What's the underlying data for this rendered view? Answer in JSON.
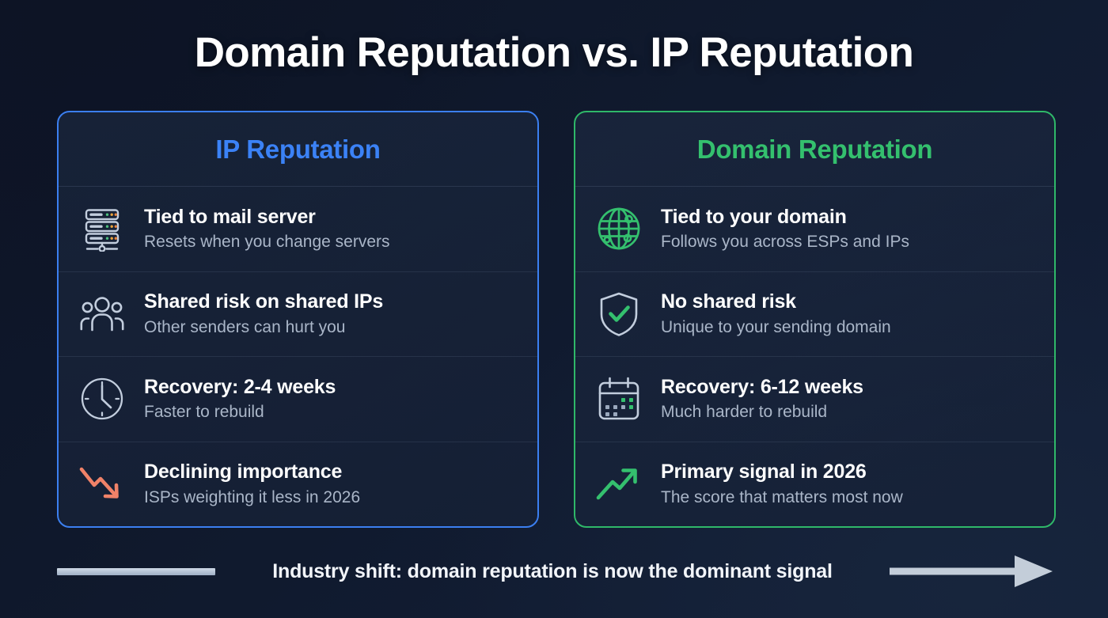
{
  "title": "Domain Reputation vs. IP Reputation",
  "colors": {
    "background_dark": "#0d1426",
    "background_light": "#14203a",
    "ip_accent": "#3b82f6",
    "domain_accent": "#34c06e",
    "title_text": "#ffffff",
    "row_title_text": "#ffffff",
    "row_sub_text": "#aab6c8",
    "icon_neutral": "#c2cddd",
    "icon_negative": "#f08268",
    "icon_positive": "#34c06e",
    "footer_arrow": "#c3cdd9",
    "divider": "#96aac8"
  },
  "cards": [
    {
      "id": "ip-reputation",
      "header": "IP Reputation",
      "accent": "#3b82f6",
      "rows": [
        {
          "icon": "server-icon",
          "title": "Tied to mail server",
          "subtitle": "Resets when you change servers"
        },
        {
          "icon": "users-group-icon",
          "title": "Shared risk on shared IPs",
          "subtitle": "Other senders can hurt you"
        },
        {
          "icon": "clock-icon",
          "title": "Recovery: 2-4 weeks",
          "subtitle": "Faster to rebuild"
        },
        {
          "icon": "trend-down-arrow-icon",
          "title": "Declining importance",
          "subtitle": "ISPs weighting it less in 2026"
        }
      ]
    },
    {
      "id": "domain-reputation",
      "header": "Domain Reputation",
      "accent": "#34c06e",
      "rows": [
        {
          "icon": "globe-icon",
          "title": "Tied to your domain",
          "subtitle": "Follows you across ESPs and IPs"
        },
        {
          "icon": "shield-check-icon",
          "title": "No shared risk",
          "subtitle": "Unique to your sending domain"
        },
        {
          "icon": "calendar-icon",
          "title": "Recovery: 6-12 weeks",
          "subtitle": "Much harder to rebuild"
        },
        {
          "icon": "trend-up-arrow-icon",
          "title": "Primary signal in 2026",
          "subtitle": "The score that matters most now"
        }
      ]
    }
  ],
  "footer": {
    "text": "Industry shift: domain reputation is now the dominant signal",
    "left_rule": "horizontal-rule",
    "right_arrow": "right-arrow-icon"
  }
}
